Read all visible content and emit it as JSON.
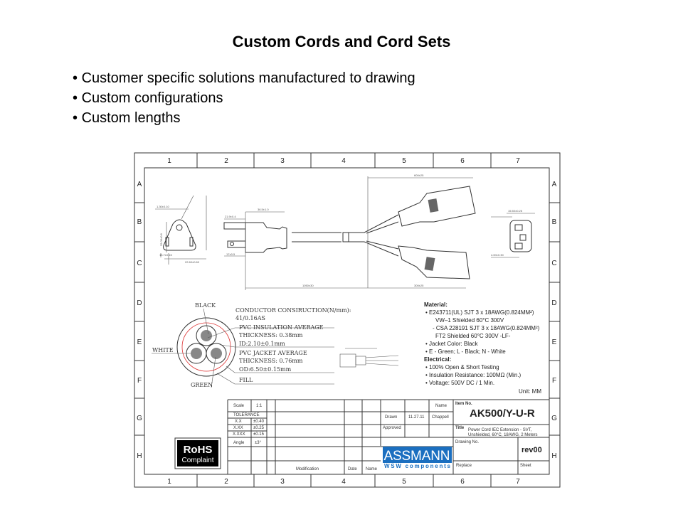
{
  "slide": {
    "title": "Custom Cords and Cord Sets",
    "bullets": [
      "Customer specific solutions manufactured to drawing",
      "Custom configurations",
      "Custom lengths"
    ]
  },
  "drawing": {
    "columns": [
      "1",
      "2",
      "3",
      "4",
      "5",
      "6",
      "7"
    ],
    "rows": [
      "A",
      "B",
      "C",
      "D",
      "E",
      "F",
      "G",
      "H"
    ],
    "dimensions": [
      "1.30±0.10",
      "25.00±0.8",
      "13.7±0.15",
      "22.60±0.60",
      "21.9±0.4",
      "36.5±1.0",
      "17±0.5",
      "1050±30",
      "600±25",
      "300±25",
      "15.50±0.25",
      "4.00±0.30"
    ],
    "cable_section": {
      "labels": {
        "black": "BLACK",
        "white": "WHITE",
        "green": "GREEN"
      },
      "callouts": [
        "CONDUCTOR CONSIRUCTION(N/mm):",
        "41/0.16AS",
        "PVC INSULATION AVERAGE",
        "THICKNESS: 0.38mm",
        "ID:2.10±0.1mm",
        "PVC JACKET AVERAGE",
        "THICKNESS: 0.76mm",
        "OD:6.50±0.15mm",
        "FILL"
      ]
    },
    "specs": {
      "material_heading": "Material:",
      "material": [
        "• E243711(UL) SJT 3 x 18AWG(0.824MM²)",
        "VW–1 Shielded 60°C 300V",
        "- CSA 228191 SJT 3 x 18AWG(0.824MM²)",
        "FT2 Shielded 60°C 300V -LF-",
        "• Jacket Color: Black",
        "• E - Green; L - Black; N - White"
      ],
      "electrical_heading": "Electrical:",
      "electrical": [
        "• 100% Open & Short Testing",
        "• Insulation Resistance: 100MΩ (Min.)",
        "• Voltage: 500V DC / 1 Min."
      ],
      "unit": "Unit: MM"
    },
    "title_block": {
      "scale_label": "Scale",
      "scale_value": "1:1",
      "tolerance_label": "TOLERANCE",
      "tolerances": [
        [
          "X.X",
          "±0.40"
        ],
        [
          "X.XX",
          "±0.25"
        ],
        [
          "X.XXX",
          "±0.15"
        ],
        [
          "Angle",
          "±3°"
        ]
      ],
      "modification": "Modification",
      "date": "Date",
      "name": "Name",
      "name_header": "Name",
      "drawn_label": "Drawn",
      "drawn_date": "11.27.11",
      "drawn_name": "Chappell",
      "approved_label": "Approved",
      "item_no_label": "Item No.",
      "item_no": "AK500/Y-U-R",
      "title_label": "Title",
      "title_text_1": "Power Cord IEC Extension - SVT,",
      "title_text_2": "Unshielded, 60°C, 18AWG, 2 Meters",
      "drawing_no_label": "Drawing No.",
      "revision": "rev00",
      "replace_label": "Replace",
      "sheet_label": "Sheet",
      "logo_main": "ASSMANN",
      "logo_sub": "WSW components",
      "rohs_1": "RoHS",
      "rohs_2": "Complaint",
      "logo_color": "#1b6fc0"
    }
  }
}
